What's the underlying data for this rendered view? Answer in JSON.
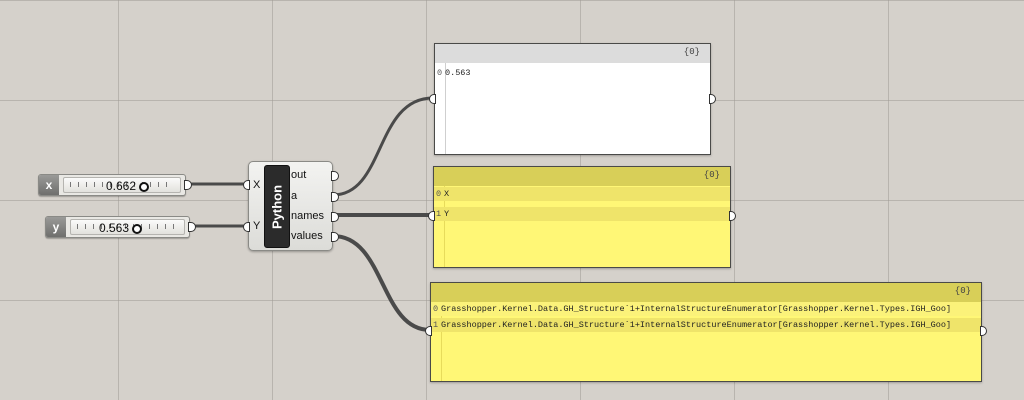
{
  "sliders": [
    {
      "name": "x",
      "value": "0.662"
    },
    {
      "name": "y",
      "value": "0.563"
    }
  ],
  "python": {
    "title": "Python",
    "inputs": [
      "X",
      "Y"
    ],
    "outputs": [
      "out",
      "a",
      "names",
      "values"
    ]
  },
  "panels": {
    "a": {
      "path": "{0}",
      "rows": [
        {
          "index": "0",
          "value": "0.563"
        }
      ]
    },
    "names": {
      "path": "{0}",
      "rows": [
        {
          "index": "0",
          "value": "X"
        },
        {
          "index": "1",
          "value": "Y"
        }
      ]
    },
    "values": {
      "path": "{0}",
      "rows": [
        {
          "index": "0",
          "value": "Grasshopper.Kernel.Data.GH_Structure`1+InternalStructureEnumerator[Grasshopper.Kernel.Types.IGH_Goo]"
        },
        {
          "index": "1",
          "value": "Grasshopper.Kernel.Data.GH_Structure`1+InternalStructureEnumerator[Grasshopper.Kernel.Types.IGH_Goo]"
        }
      ]
    }
  },
  "colors": {
    "canvas": "#d5d1cb",
    "panel_yellow": "#fff776",
    "panel_white": "#ffffff",
    "wire": "#4a4a4a"
  }
}
